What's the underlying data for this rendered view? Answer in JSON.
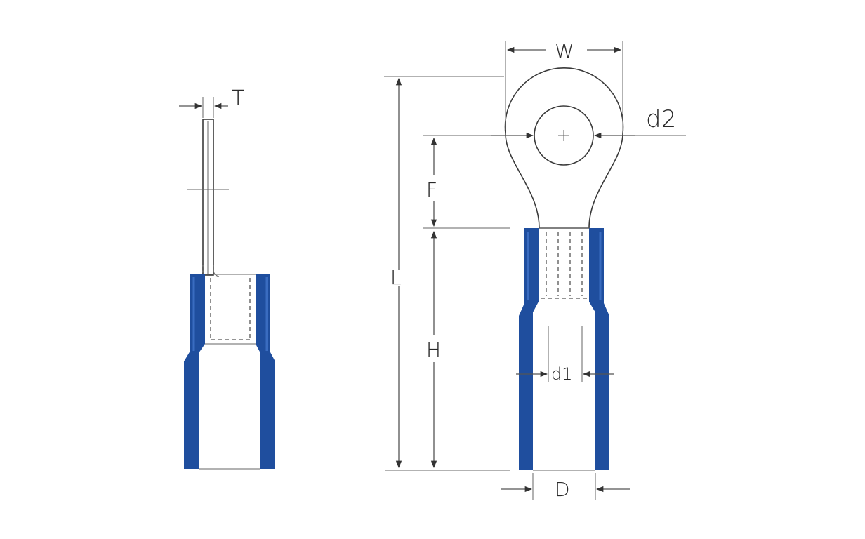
{
  "labels": {
    "T": "T",
    "W": "W",
    "d2": "d2",
    "F": "F",
    "L": "L",
    "H": "H",
    "d1": "d1",
    "D": "D"
  },
  "colors": {
    "insulation": "#1f4e9e",
    "insulation_highlight": "#3a6cc0",
    "line": "#3a3a3a",
    "background": "#ffffff"
  }
}
